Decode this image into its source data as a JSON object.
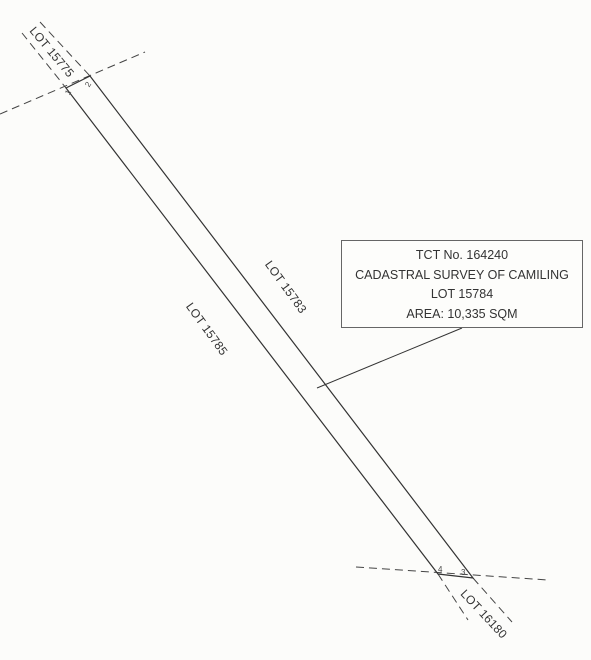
{
  "info_box": {
    "tct": "TCT No. 164240",
    "survey": "CADASTRAL SURVEY OF CAMILING",
    "lot": "LOT 15784",
    "area": "AREA: 10,335 SQM"
  },
  "lot_labels": {
    "north": "LOT 15775",
    "east": "LOT 15783",
    "west": "LOT 15785",
    "south": "LOT 16180"
  },
  "corner_numbers": {
    "c1": "1",
    "c2": "2",
    "c3": "3",
    "c4": "4"
  }
}
